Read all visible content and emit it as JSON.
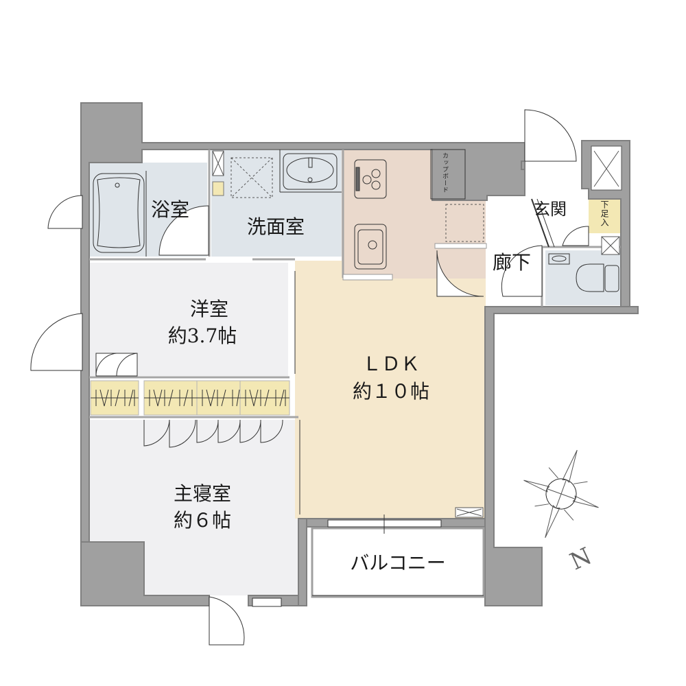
{
  "colors": {
    "wall": "#a0a0a0",
    "wall_edge": "#808080",
    "wet_area": "#dfe5ea",
    "room_grey": "#f0f0f2",
    "ldk": "#f5e8cd",
    "kitchen": "#ead9cc",
    "storage": "#f3e8b4"
  },
  "rooms": {
    "bath": {
      "name": "浴室"
    },
    "washroom": {
      "name": "洗面室"
    },
    "western_room": {
      "name": "洋室",
      "size": "約3.7帖"
    },
    "ldk": {
      "name": "ＬＤＫ",
      "size": "約１０帖"
    },
    "master_bedroom": {
      "name": "主寝室",
      "size": "約６帖"
    },
    "balcony": {
      "name": "バルコニー"
    },
    "entrance": {
      "name": "玄関"
    },
    "hallway": {
      "name": "廊下"
    },
    "shoe_box": {
      "name": "下足入"
    },
    "cupboard": {
      "name": "カップボード"
    }
  },
  "compass": {
    "north_label": "N"
  }
}
